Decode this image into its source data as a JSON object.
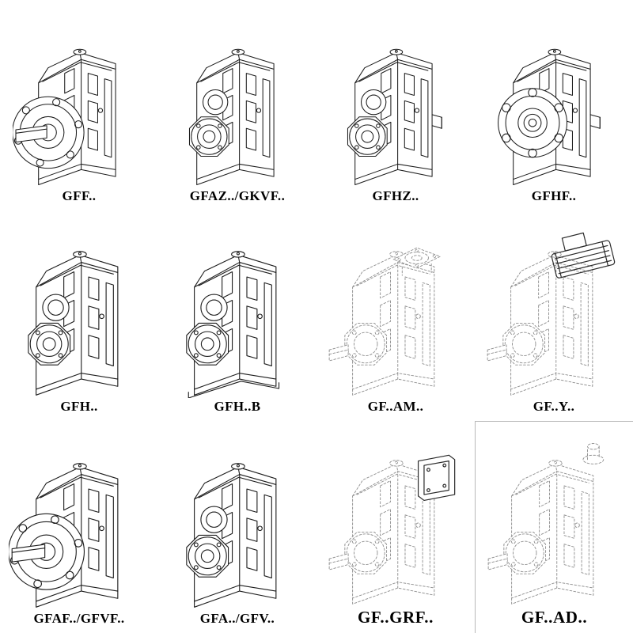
{
  "page": {
    "background": "#ffffff",
    "ink_color": "#1d1d1d",
    "phantom_ink_color": "#8f8f8f"
  },
  "catalog": {
    "items": [
      {
        "label": "GFF..",
        "drawing": "gearbox-solid-flange-shaft",
        "line_style": "solid"
      },
      {
        "label": "GFAZ../GKVF..",
        "drawing": "gearbox-solid-hollow-bore",
        "line_style": "solid"
      },
      {
        "label": "GFHZ..",
        "drawing": "gearbox-solid-hollow-bore-stub",
        "line_style": "solid"
      },
      {
        "label": "GFHF..",
        "drawing": "gearbox-solid-front-flange",
        "line_style": "solid"
      },
      {
        "label": "GFH..",
        "drawing": "gearbox-solid-hollow-bore",
        "line_style": "solid"
      },
      {
        "label": "GFH..B",
        "drawing": "gearbox-solid-hollow-bore-base",
        "line_style": "solid"
      },
      {
        "label": "GF..AM..",
        "drawing": "gearbox-phantom-input-adapter",
        "line_style": "dashed"
      },
      {
        "label": "GF..Y..",
        "drawing": "gearbox-phantom-with-motor",
        "line_style": "dashed"
      },
      {
        "label": "GFAF../GFVF..",
        "drawing": "gearbox-solid-flange-shaft",
        "line_style": "solid"
      },
      {
        "label": "GFA../GFV..",
        "drawing": "gearbox-solid-hollow-bore",
        "line_style": "solid"
      },
      {
        "label": "GF..GRF..",
        "drawing": "gearbox-phantom-cover-flange",
        "line_style": "dashed"
      },
      {
        "label": "GF..AD..",
        "drawing": "gearbox-phantom-input-shaft",
        "line_style": "dashed"
      }
    ]
  }
}
